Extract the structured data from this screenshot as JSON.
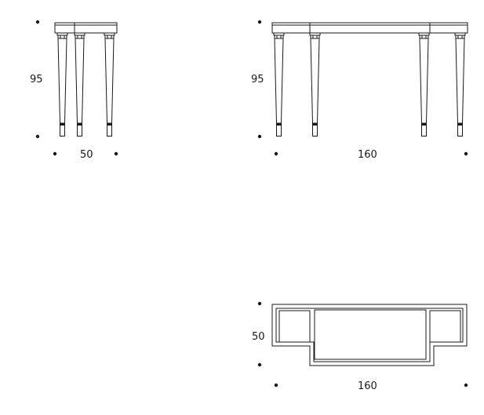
{
  "views": {
    "side": {
      "height_label": "95",
      "width_label": "50"
    },
    "front": {
      "height_label": "95",
      "width_label": "160"
    },
    "top": {
      "depth_label": "50",
      "width_label": "160"
    }
  },
  "colors": {
    "ink": "#1a1a1a",
    "background": "#ffffff"
  }
}
